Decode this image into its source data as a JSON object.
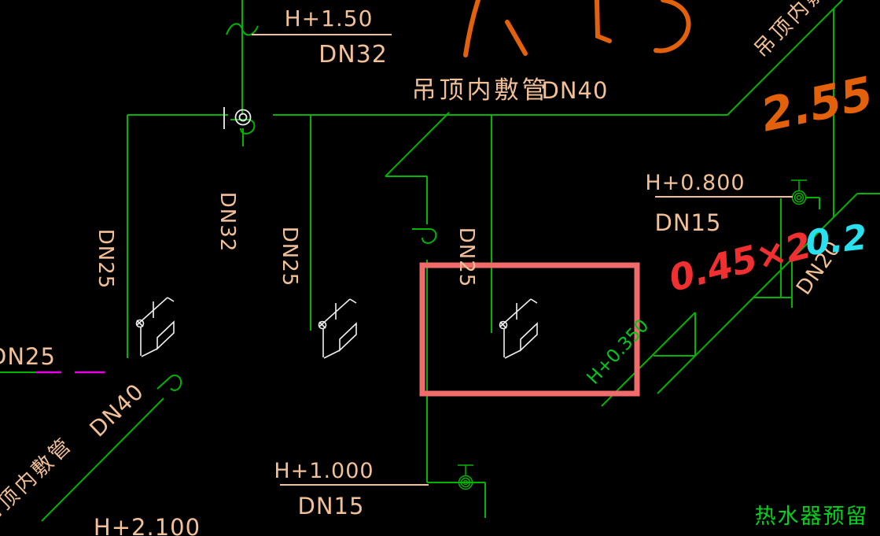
{
  "drawing": {
    "type": "cad-plumbing-plan",
    "background": "#000000",
    "colors": {
      "pipe_green": "#00B400",
      "label_peach": "#F2C096",
      "symbol_white": "#F0F0F0",
      "existing_pipe_magenta": "#E800E8",
      "highlight_red": "#F26B6B",
      "hand_orange": "#E2610A",
      "hand_red": "#F03030",
      "hand_cyan": "#28E0EE",
      "green_text": "#00D21E"
    }
  },
  "labels": {
    "h150": "H+1.50",
    "dn32_top": "DN32",
    "ceiling_pipe": "吊顶内敷管",
    "dn40_top": "DN40",
    "h0800": "H+0.800",
    "dn15_right": "DN15",
    "h1000": "H+1.000",
    "dn15_bottom": "DN15",
    "h2100": "H+2.100",
    "dn25_left_edge": "DN25",
    "dn25_riser_1": "DN25",
    "dn32_riser": "DN32",
    "dn25_riser_2": "DN25",
    "dn25_riser_3": "DN25",
    "dn20_diag": "DN20",
    "h0350_diag": "H+0.350",
    "dn40_diag": "DN40",
    "ceiling_pipe_diag": "吊顶内敷管",
    "ceiling_pipe_corner": "吊顶内敷管",
    "water_heater": "热水器预留"
  },
  "handwriting": {
    "a255": "2.55",
    "a045": "0.45×2",
    "a02": "0.2"
  }
}
